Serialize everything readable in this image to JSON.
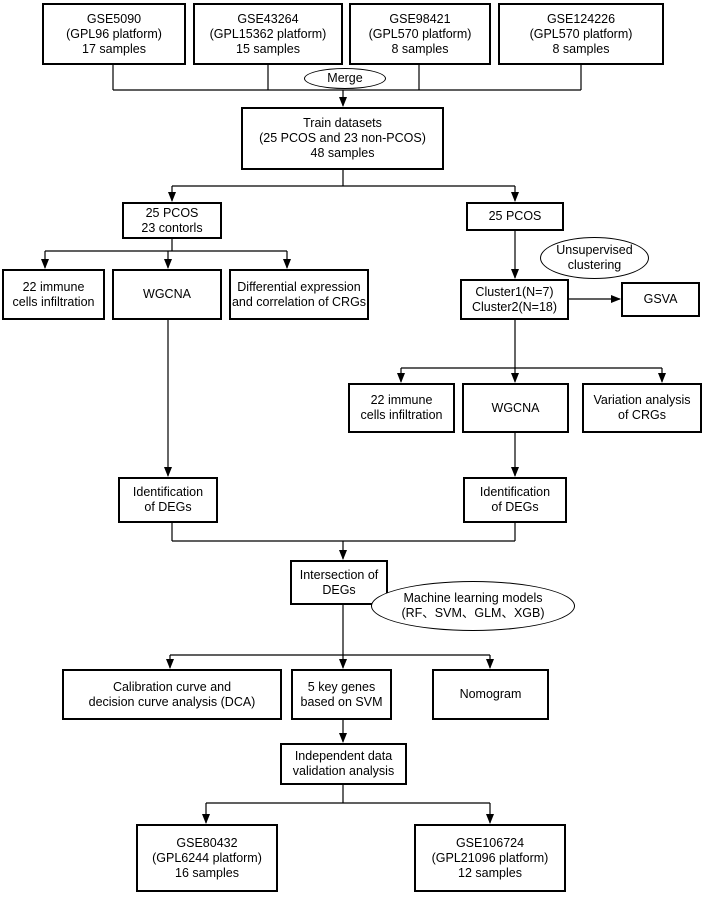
{
  "datasets": [
    {
      "lines": [
        "GSE5090",
        "(GPL96 platform)",
        "17 samples"
      ]
    },
    {
      "lines": [
        "GSE43264",
        "(GPL15362 platform)",
        "15 samples"
      ]
    },
    {
      "lines": [
        "GSE98421",
        "(GPL570 platform)",
        "8 samples"
      ]
    },
    {
      "lines": [
        "GSE124226",
        "(GPL570 platform)",
        "8 samples"
      ]
    }
  ],
  "merge": "Merge",
  "train": {
    "lines": [
      "Train datasets",
      "(25 PCOS and 23 non-PCOS)",
      "48 samples"
    ]
  },
  "left_branch": {
    "groups": [
      "25 PCOS",
      "23 contorls"
    ],
    "immune": [
      "22 immune",
      "cells infiltration"
    ],
    "wgcna": "WGCNA",
    "diff": [
      "Differential expression",
      "and correlation of CRGs"
    ],
    "degs": [
      "Identification",
      "of DEGs"
    ]
  },
  "right_branch": {
    "pcos": "25 PCOS",
    "unsupervised": [
      "Unsupervised",
      "clustering"
    ],
    "clusters": [
      "Cluster1(N=7)",
      "Cluster2(N=18)"
    ],
    "gsva": "GSVA",
    "immune": [
      "22 immune",
      "cells infiltration"
    ],
    "wgcna": "WGCNA",
    "variation": [
      "Variation analysis",
      "of CRGs"
    ],
    "degs": [
      "Identification",
      "of DEGs"
    ]
  },
  "intersection": [
    "Intersection of",
    "DEGs"
  ],
  "ml_models": [
    "Machine learning models",
    "(RF、SVM、GLM、XGB)"
  ],
  "calibration": [
    "Calibration curve and",
    "decision curve analysis (DCA)"
  ],
  "key_genes": [
    "5 key genes",
    "based on SVM"
  ],
  "nomogram": "Nomogram",
  "validation": [
    "Independent data",
    "validation analysis"
  ],
  "validation_sets": [
    {
      "lines": [
        "GSE80432",
        "(GPL6244 platform)",
        "16 samples"
      ]
    },
    {
      "lines": [
        "GSE106724",
        "(GPL21096 platform)",
        "12 samples"
      ]
    }
  ]
}
